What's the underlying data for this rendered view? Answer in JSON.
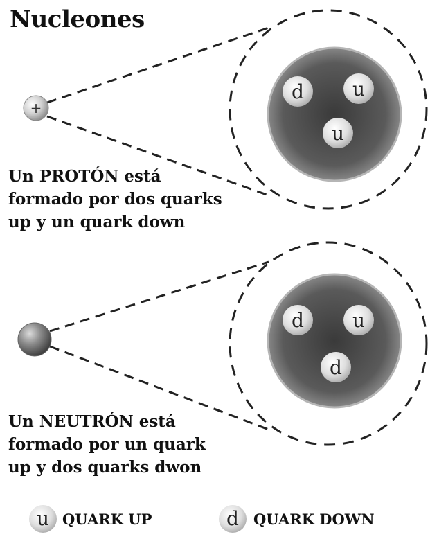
{
  "title": "Nucleones",
  "proton": {
    "symbol": "+",
    "caption_lines": [
      "Un PROTÓN está",
      "formado por dos quarks",
      "up y un quark down"
    ],
    "quarks": [
      "d",
      "u",
      "u"
    ]
  },
  "neutron": {
    "caption_lines": [
      "Un NEUTRÓN está",
      "formado por un quark",
      "up y dos quarks dwon"
    ],
    "quarks": [
      "d",
      "u",
      "d"
    ]
  },
  "legend": {
    "up_symbol": "u",
    "up_label": "QUARK UP",
    "down_symbol": "d",
    "down_label": "QUARK DOWN"
  }
}
